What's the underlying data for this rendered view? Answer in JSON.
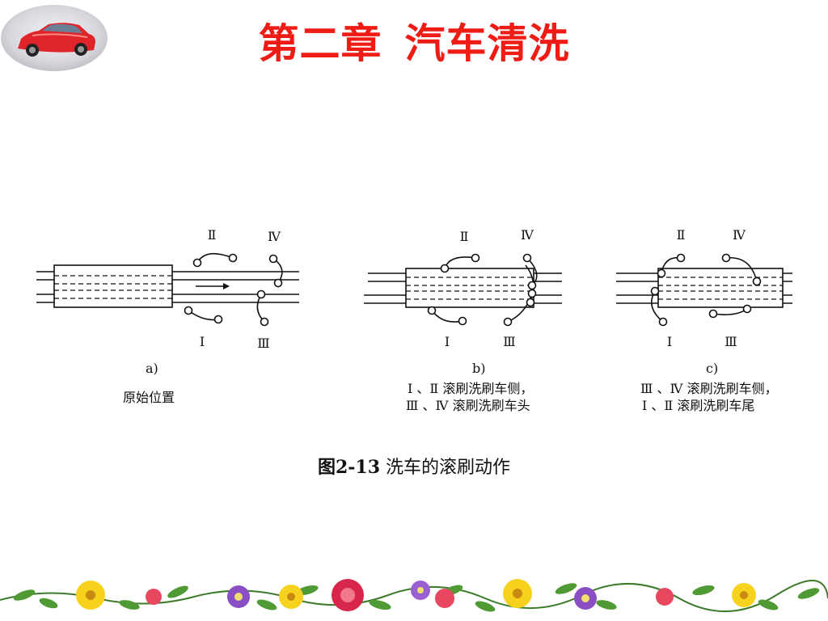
{
  "title": {
    "left": "第二章",
    "right": "汽车清洗"
  },
  "logo": {
    "icon": "red-car-photo",
    "accent": "#e0252a"
  },
  "panels": [
    {
      "id": "a",
      "tag": "a)",
      "caption_lines": [
        "原始位置"
      ],
      "roman": [
        "Ⅰ",
        "Ⅱ",
        "Ⅲ",
        "Ⅳ"
      ]
    },
    {
      "id": "b",
      "tag": "b)",
      "caption_lines": [
        "Ⅰ 、Ⅱ 滚刷洗刷车侧，",
        "Ⅲ 、Ⅳ 滚刷洗刷车头"
      ],
      "roman": [
        "Ⅰ",
        "Ⅱ",
        "Ⅲ",
        "Ⅳ"
      ]
    },
    {
      "id": "c",
      "tag": "c)",
      "caption_lines": [
        "Ⅲ 、Ⅳ 滚刷洗刷车侧，",
        "Ⅰ 、Ⅱ 滚刷洗刷车尾"
      ],
      "roman": [
        "Ⅰ",
        "Ⅱ",
        "Ⅲ",
        "Ⅳ"
      ]
    }
  ],
  "figure": {
    "number": "图2-13",
    "text": "洗车的滚刷动作"
  },
  "colors": {
    "title": "#ee1c14",
    "line": "#111111"
  },
  "decor": {
    "icon": "flower-garland-border"
  }
}
